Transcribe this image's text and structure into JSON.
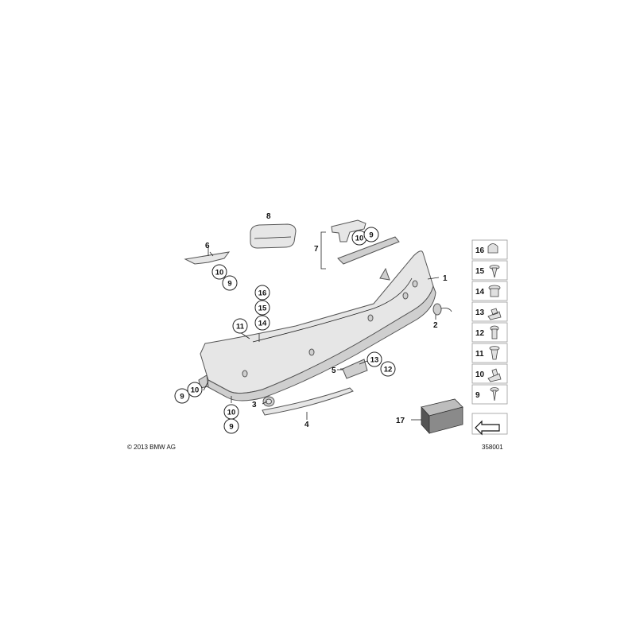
{
  "callouts": {
    "c1": "1",
    "c2": "2",
    "c3": "3",
    "c4": "4",
    "c5": "5",
    "c6": "6",
    "c7": "7",
    "c8": "8",
    "c17": "17"
  },
  "circled": {
    "g6_10": "10",
    "g6_9": "9",
    "g7_10": "10",
    "g7_9": "9",
    "g16": "16",
    "g15": "15",
    "g14": "14",
    "g11": "11",
    "g13": "13",
    "g12": "12",
    "gl_9": "9",
    "gl_10": "10",
    "gb_10": "10",
    "gb_9": "9"
  },
  "sidebar": [
    "16",
    "15",
    "14",
    "13",
    "12",
    "11",
    "10",
    "9"
  ],
  "copyright": "© 2013 BMW AG",
  "diagram_id": "358001",
  "colors": {
    "line": "#222222",
    "part_fill": "#e6e6e6",
    "part_shade": "#cfcfcf"
  }
}
